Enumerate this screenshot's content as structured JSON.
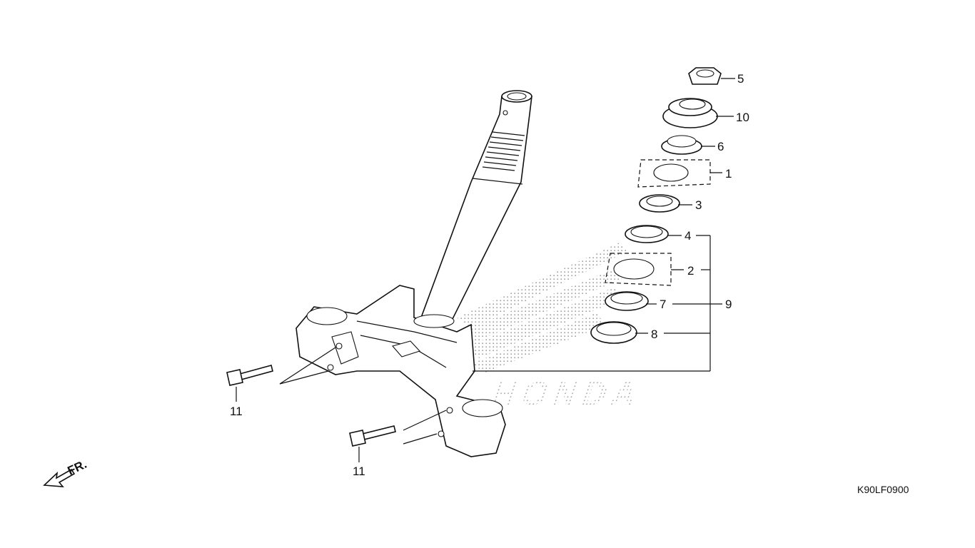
{
  "diagram": {
    "code": "K90LF0900",
    "front_label": "FR.",
    "watermark": "HONDA",
    "colors": {
      "line": "#111111",
      "background": "#ffffff",
      "watermark_dots": "#9a9a9a"
    },
    "callouts": {
      "p1": "1",
      "p2": "2",
      "p3": "3",
      "p4": "4",
      "p5": "5",
      "p6": "6",
      "p7": "7",
      "p8": "8",
      "p9": "9",
      "p10": "10",
      "p11a": "11",
      "p11b": "11"
    }
  }
}
